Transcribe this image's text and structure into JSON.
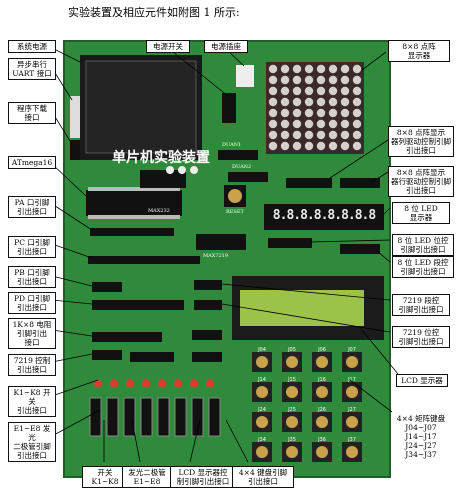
{
  "title": "实验装置及相应元件如附图 1 所示:",
  "board_title": "单片机实验装置",
  "left_labels": [
    {
      "id": "power",
      "text": "系统电源"
    },
    {
      "id": "uart",
      "text": "异步串行\nUART 接口"
    },
    {
      "id": "prog",
      "text": "程序下载\n接口"
    },
    {
      "id": "mcu",
      "text": "ATmega16"
    },
    {
      "id": "pa",
      "text": "PA 口引脚\n引出接口"
    },
    {
      "id": "pc",
      "text": "PC 口引脚\n引出接口"
    },
    {
      "id": "pb",
      "text": "PB 口引脚\n引出接口"
    },
    {
      "id": "pd",
      "text": "PD 口引脚\n引出接口"
    },
    {
      "id": "key",
      "text": "1K×8 电阻\n引脚引出\n接口"
    },
    {
      "id": "ctrl7219",
      "text": "7219 控制\n引出接口"
    },
    {
      "id": "k1k8",
      "text": "K1~K8 开关\n引出接口"
    },
    {
      "id": "e1e8",
      "text": "E1~E8 发光\n二极管引脚\n引出接口"
    }
  ],
  "top_labels": [
    {
      "id": "pwr_switch",
      "text": "电源开关"
    },
    {
      "id": "pwr_socket",
      "text": "电源插座"
    },
    {
      "id": "matrix",
      "text": "8×8 点阵\n显示器"
    }
  ],
  "right_labels": [
    {
      "id": "col",
      "text": "8×8 点阵显示\n器列驱动控制引脚\n引出接口"
    },
    {
      "id": "row",
      "text": "8×8 点阵显示\n器行驱动控制引脚\n引出接口"
    },
    {
      "id": "led8",
      "text": "8 位 LED\n显示器"
    },
    {
      "id": "ledbit",
      "text": "8 位 LED 位控\n引脚引出接口"
    },
    {
      "id": "ledseg",
      "text": "8 位 LED 段控\n引脚引出接口"
    },
    {
      "id": "seg7219",
      "text": "7219 段控\n引脚引出接口"
    },
    {
      "id": "bit7219",
      "text": "7219 位控\n引脚引出接口"
    },
    {
      "id": "lcd",
      "text": "LCD 显示器"
    },
    {
      "id": "kbd",
      "text": "4×4 矩阵键盘\nJ04~J07\nJ14~J17\nJ24~J27\nJ34~J37"
    }
  ],
  "bottom_labels": [
    {
      "id": "sw",
      "text": "开关\nK1~K8"
    },
    {
      "id": "diode",
      "text": "发光二极管\nE1~E8"
    },
    {
      "id": "lcdpin",
      "text": "LCD 显示器控\n制引脚引出接口"
    },
    {
      "id": "kbdpin",
      "text": "4×4 键盘引脚\n引出接口"
    }
  ],
  "board_marks": {
    "ic232": "MAX232",
    "ic7219": "MAX7219",
    "reset": "RESET",
    "duan1": "DUAN1",
    "duan2": "DUAN2",
    "seg_digits": "8.8.8.8.8.8.8.8",
    "keys": [
      "J04",
      "J05",
      "J06",
      "J07",
      "J14",
      "J15",
      "J16",
      "J17",
      "J24",
      "J25",
      "J26",
      "J27",
      "J34",
      "J35",
      "J36",
      "J37"
    ]
  },
  "colors": {
    "pcb": "#2f8a3c",
    "pcb_dark": "#1f5e28",
    "lcd": "#9cc24a",
    "seg": "#111111"
  }
}
